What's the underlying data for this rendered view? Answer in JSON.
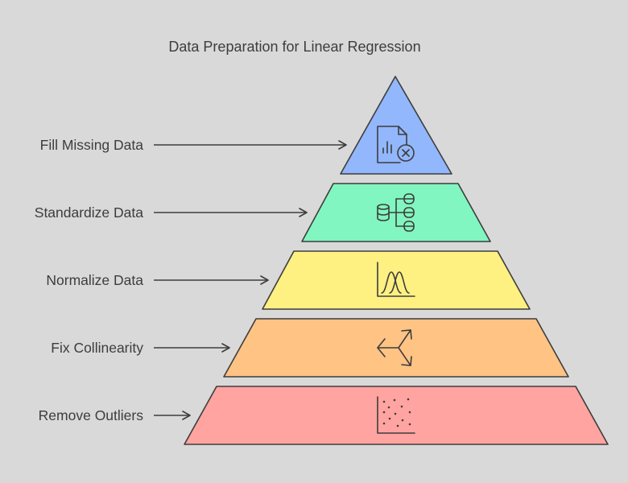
{
  "title": "Data Preparation for Linear Regression",
  "levels": [
    {
      "label": "Fill Missing Data",
      "icon": "document-chart-remove-icon",
      "color": "#92b7fc"
    },
    {
      "label": "Standardize Data",
      "icon": "database-hierarchy-icon",
      "color": "#82f6c0"
    },
    {
      "label": "Normalize Data",
      "icon": "bell-curves-icon",
      "color": "#fff082"
    },
    {
      "label": "Fix Collinearity",
      "icon": "diverging-arrows-icon",
      "color": "#ffc384"
    },
    {
      "label": "Remove Outliers",
      "icon": "scatter-plot-icon",
      "color": "#ffa4a0"
    }
  ],
  "colors": {
    "background": "#d9d9d9",
    "stroke": "#3d3d3d",
    "text": "#3d3d3d"
  }
}
